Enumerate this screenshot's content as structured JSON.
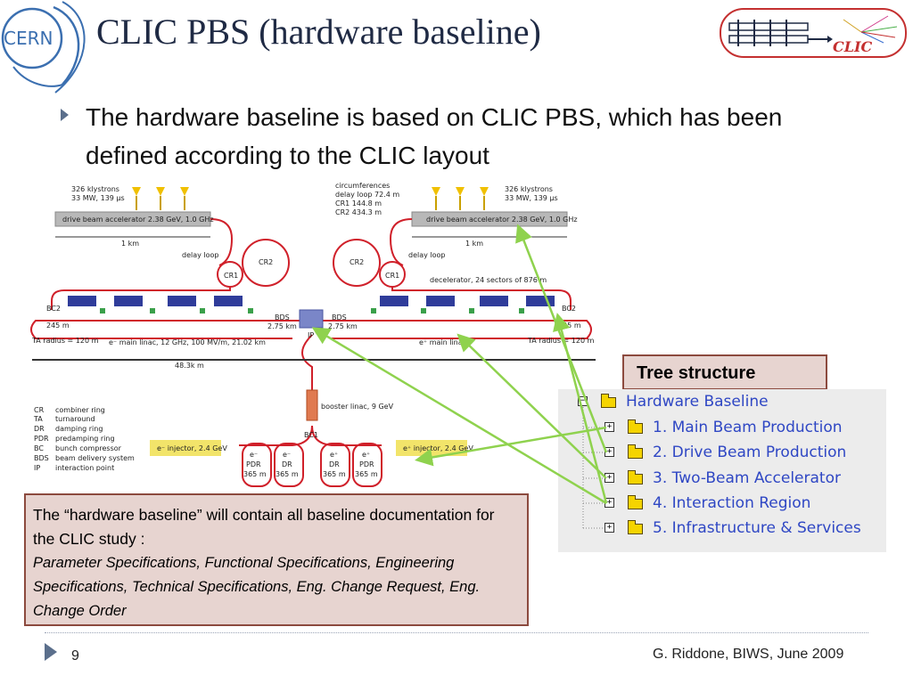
{
  "slide": {
    "title": "CLIC PBS (hardware baseline)",
    "bullet": "The hardware baseline is based on CLIC PBS, which has been defined according to the CLIC layout",
    "page_number": "9",
    "footer": "G. Riddone, BIWS, June 2009",
    "accent_color": "#1f2a44"
  },
  "logos": {
    "cern": "CERN",
    "clic": "CLIC"
  },
  "schematic": {
    "left_klystrons": "326 klystrons",
    "left_power": "33 MW, 139 μs",
    "right_klystrons": "326 klystrons",
    "right_power": "33 MW, 139 μs",
    "circumferences_title": "circumferences",
    "circ_delay": "delay loop 72.4 m",
    "circ_cr1": "CR1 144.8 m",
    "circ_cr2": "CR2 434.3 m",
    "left_accel": "drive beam accelerator 2.38 GeV, 1.0 GHz",
    "right_accel": "drive beam accelerator 2.38 GeV, 1.0 GHz",
    "one_km": "1 km",
    "one_km_right": "1 km",
    "delay_loop_left": "delay loop",
    "delay_loop_right": "delay loop",
    "cr1_left": "CR1",
    "cr2_left": "CR2",
    "cr1_right": "CR1",
    "cr2_right": "CR2",
    "decelerator": "decelerator, 24 sectors of 876 m",
    "bc2_left": "BC2",
    "bc2_right": "BC2",
    "m245_left": "245 m",
    "m245_right": "245 m",
    "bds_left": "BDS",
    "bds_left_len": "2.75 km",
    "bds_right": "BDS",
    "bds_right_len": "2.75 km",
    "ip": "IP",
    "ta_left": "TA radius = 120 m",
    "ta_right": "TA radius = 120 m",
    "main_linac_left": "e⁻ main linac, 12 GHz, 100 MV/m, 21.02 km",
    "main_linac_right": "e⁺ main linac",
    "total_length": "48.3k m",
    "booster": "booster linac, 9 GeV",
    "bc1": "BC1",
    "e_minus_injector": "e⁻ injector, 2.4 GeV",
    "e_plus_injector": "e⁺ injector, 2.4 GeV",
    "rings": [
      {
        "top": "e⁻",
        "mid": "PDR",
        "len": "365 m"
      },
      {
        "top": "e⁻",
        "mid": "DR",
        "len": "365 m"
      },
      {
        "top": "e⁺",
        "mid": "DR",
        "len": "365 m"
      },
      {
        "top": "e⁺",
        "mid": "PDR",
        "len": "365 m"
      }
    ],
    "legend": [
      {
        "abbr": "CR",
        "desc": "combiner ring"
      },
      {
        "abbr": "TA",
        "desc": "turnaround"
      },
      {
        "abbr": "DR",
        "desc": "damping ring"
      },
      {
        "abbr": "PDR",
        "desc": "predamping ring"
      },
      {
        "abbr": "BC",
        "desc": "bunch compressor"
      },
      {
        "abbr": "BDS",
        "desc": "beam delivery system"
      },
      {
        "abbr": "IP",
        "desc": "interaction point"
      }
    ]
  },
  "tree": {
    "label": "Tree structure",
    "root": "Hardware Baseline",
    "items": [
      "1. Main Beam Production",
      "2. Drive Beam Production",
      "3. Two-Beam Accelerator",
      "4. Interaction Region",
      "5. Infrastructure & Services"
    ],
    "text_color": "#2f47c4",
    "arrow_color": "#8fd24e"
  },
  "doc_box": {
    "line1": "The “hardware baseline” will contain all baseline documentation for the CLIC study :",
    "line2": "Parameter Specifications, Functional Specifications, Engineering Specifications, Technical Specifications, Eng. Change Request, Eng. Change Order"
  }
}
